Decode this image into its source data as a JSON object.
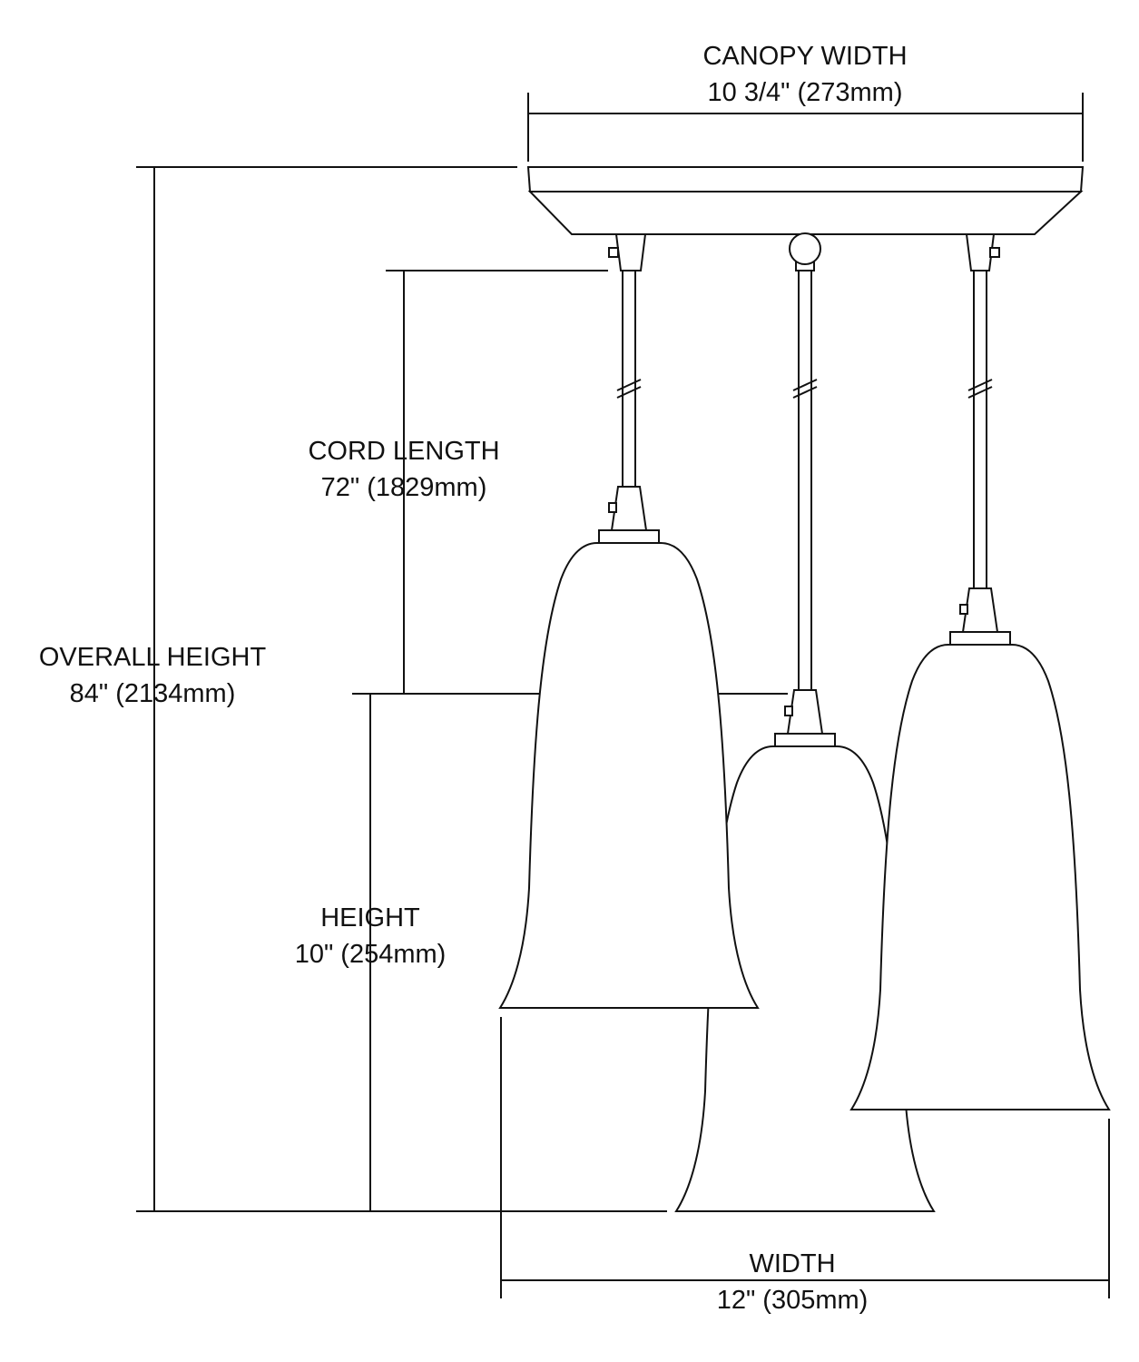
{
  "dimensions": {
    "canopy_width": {
      "label": "CANOPY WIDTH",
      "value": "10 3/4\" (273mm)"
    },
    "overall_height": {
      "label": "OVERALL HEIGHT",
      "value": "84\" (2134mm)"
    },
    "cord_length": {
      "label": "CORD LENGTH",
      "value": "72\" (1829mm)"
    },
    "height": {
      "label": "HEIGHT",
      "value": "10\" (254mm)"
    },
    "width": {
      "label": "WIDTH",
      "value": "12\" (305mm)"
    }
  },
  "colors": {
    "line": "#111111",
    "background": "#ffffff"
  }
}
